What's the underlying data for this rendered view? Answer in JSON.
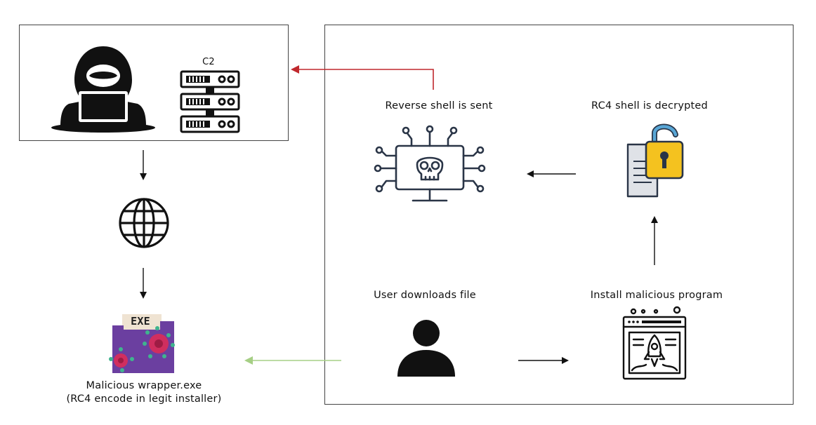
{
  "attacker": {
    "c2_label": "C2"
  },
  "victim": {
    "reverse_shell_label": "Reverse shell is sent",
    "decrypt_label": "RC4 shell is decrypted",
    "download_label": "User downloads file",
    "install_label": "Install malicious program"
  },
  "payload": {
    "exe_tag": "EXE",
    "name_line1": "Malicious wrapper.exe",
    "name_line2": "(RC4 encode in legit installer)"
  },
  "colors": {
    "return_arrow": "#c0282d",
    "delivery_arrow": "#a6cf85",
    "lock": "#f4c21f",
    "lock_shackle": "#58a6d6",
    "payload_folder": "#6b3fa0",
    "virus": "#d02e5f",
    "virus_spikes": "#3fb48e"
  }
}
